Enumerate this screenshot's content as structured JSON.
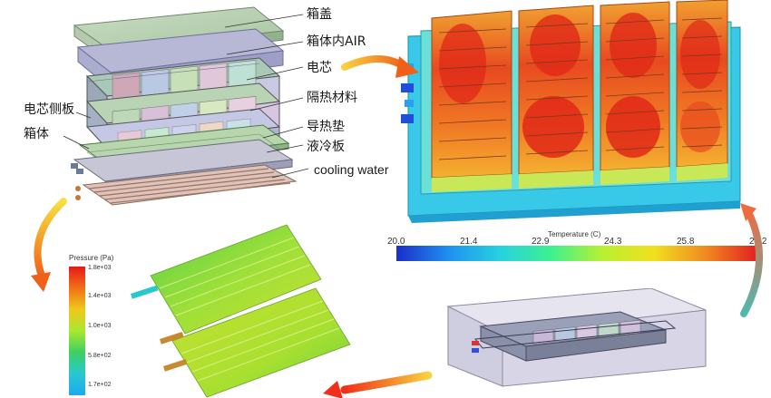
{
  "exploded_view": {
    "labels": {
      "lid": "箱盖",
      "box_air": "箱体内AIR",
      "cells": "电芯",
      "insulation": "隔热材料",
      "cell_side_plate": "电芯侧板",
      "housing": "箱体",
      "thermal_pad": "导热垫",
      "cold_plate": "液冷板",
      "coolant": "cooling water"
    }
  },
  "temperature_legend": {
    "title": "Temperature (C)",
    "ticks": [
      "20.0",
      "21.4",
      "22.9",
      "24.3",
      "25.8",
      "27.2"
    ],
    "colors": [
      "#1a2ec8",
      "#1f8ff0",
      "#28d0e0",
      "#3ef090",
      "#b8f030",
      "#f0e020",
      "#f08a20",
      "#e02020"
    ]
  },
  "pressure_legend": {
    "title": "Pressure (Pa)",
    "ticks": [
      "1.8e+03",
      "1.4e+03",
      "1.0e+03",
      "5.8e+02",
      "1.7e+02"
    ],
    "colors": [
      "#e81818",
      "#f07018",
      "#f0c818",
      "#a8e830",
      "#40d060",
      "#28c8d0",
      "#20a8f0"
    ]
  },
  "colors": {
    "arrow_warm": "#f06a18",
    "arrow_cool": "#50b8b0"
  }
}
